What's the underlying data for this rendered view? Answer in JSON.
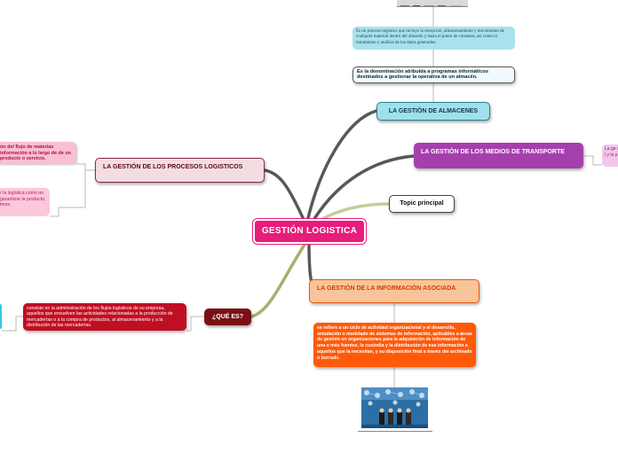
{
  "central": {
    "label": "GESTIÓN LOGISTICA"
  },
  "topics": {
    "almacenes": "LA GESTIÓN DE ALMACENES",
    "medios_transporte": "LA GESTIÓN DE LOS MEDIOS DE TRANSPORTE",
    "topic_principal": "Topic principal",
    "informacion": "LA GESTIÓN DE LA INFORMACIÓN ASOCIADA",
    "procesos": "LA GESTIÓN DE LOS PROCESOS LOGISTICOS",
    "que_es": "¿QUÉ ES?"
  },
  "subtopics": {
    "almacenes_definicion": "Es un proceso logístico que incluye la recepción, almacenamiento y movimiento de cualquier material dentro del almacén y hasta el punto de consumo, así como el tratamiento y análisis de los datos generados.",
    "almacenes_software": "Es la denominación atribuida a programas informáticos destinados a gestionar la operativa de un almacén.",
    "medios_transporte_desc": "La ge son l y la p",
    "informacion_desc": "se refiere a un ciclo de actividad organizacional y el desarrollo, simulación o modelado de sistemas de información, aplicables a áreas de gestión en organizaciones para la adquisición de información de una o más fuentes, la custodia y la distribución de esa información a aquellos que la necesitan, y su disposición final a través del archivado o borrado.",
    "procesos_flujo": "ón del flujo de materias información a lo largo de de un producto o servicio.",
    "procesos_logistica": "r la logística como on garantizar la producto, imos.",
    "que_es_desc": "consiste en la administración de los flujos logísticos de su empresa, aquellos que envuelven las actividades relacionadas a la producción de mercaderías o a la compra de productos, al almacenamiento y a la distribución de las mercaderías."
  },
  "colors": {
    "central": "#e81c7a",
    "almacenes": "#9fe0ec",
    "medios": "#a63fae",
    "informacion": "#f9c499",
    "informacion_desc": "#ff5a0a",
    "procesos": "#f3dde3",
    "que_es": "#7a1015",
    "que_es_desc": "#c10f22"
  }
}
